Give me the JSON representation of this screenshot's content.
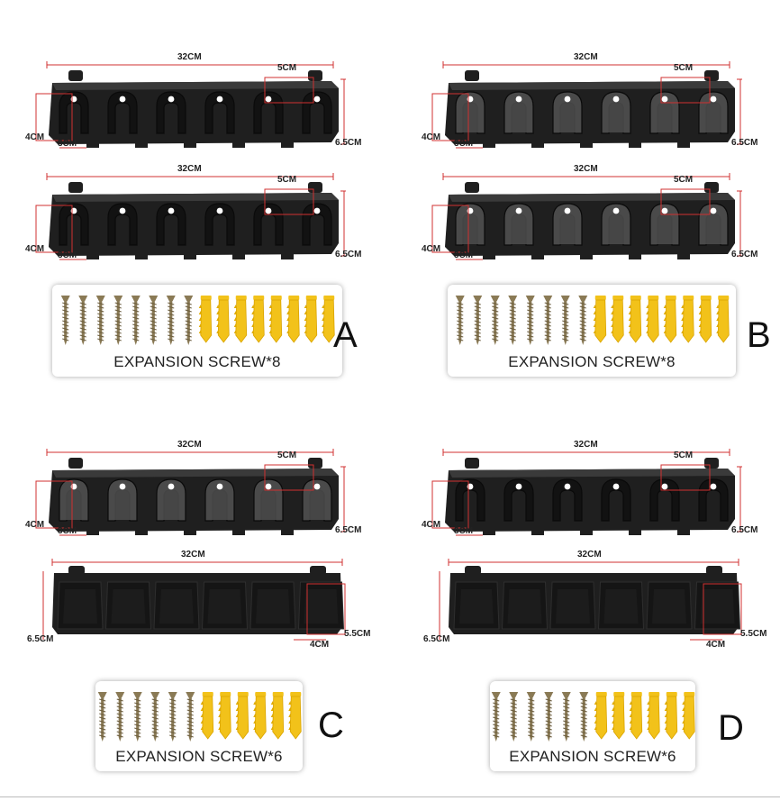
{
  "colors": {
    "rack": "#1f1f1f",
    "rack_edge": "#3a3a3a",
    "foam": "#4a4a4a",
    "dimension_line": "#d03030",
    "screw": "#8a7a55",
    "anchor": "#f2c21a"
  },
  "dimensions": {
    "width": "32CM",
    "slot_spacing": "5CM",
    "slot_height": "4CM",
    "slot_width": "3CM",
    "height": "6.5CM",
    "cup_depth": "5.5CM",
    "cup_width": "4CM"
  },
  "variants": [
    {
      "letter": "A",
      "kit_label": "EXPANSION SCREW*8",
      "screws": 8,
      "anchors": 8,
      "top_foam": false,
      "bottom_type": "slotted",
      "bottom_foam": false
    },
    {
      "letter": "B",
      "kit_label": "EXPANSION SCREW*8",
      "screws": 8,
      "anchors": 8,
      "top_foam": true,
      "bottom_type": "slotted",
      "bottom_foam": true
    },
    {
      "letter": "C",
      "kit_label": "EXPANSION SCREW*6",
      "screws": 6,
      "anchors": 6,
      "top_foam": true,
      "bottom_type": "cup",
      "bottom_foam": false
    },
    {
      "letter": "D",
      "kit_label": "EXPANSION SCREW*6",
      "screws": 6,
      "anchors": 6,
      "top_foam": false,
      "bottom_type": "cup",
      "bottom_foam": false
    }
  ]
}
